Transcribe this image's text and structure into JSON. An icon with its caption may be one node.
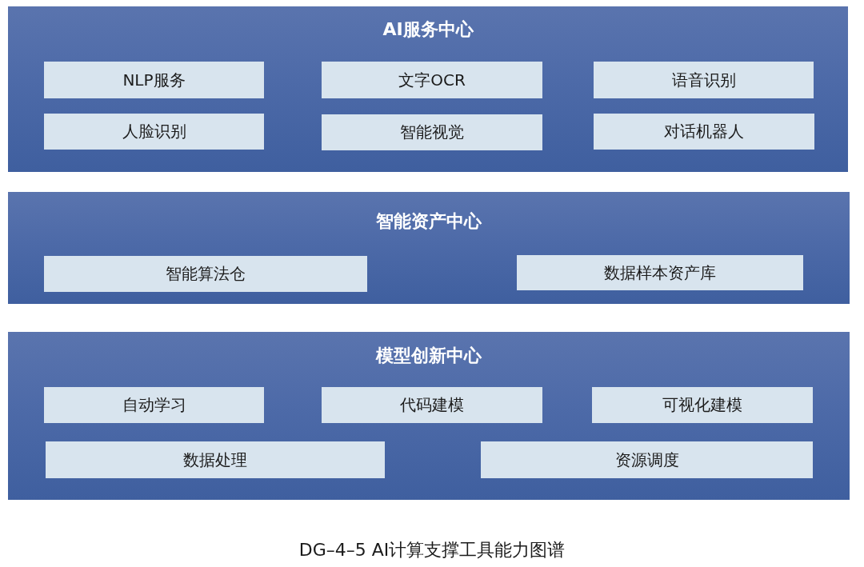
{
  "diagram": {
    "caption": "DG–4–5 AI计算支撑工具能力图谱",
    "nodes": [
      {
        "text": [
          "AI服务中心"
        ]
      },
      {
        "text": [
          "NLP服务"
        ],
        "in": 0
      },
      {
        "text": [
          "文字OCR"
        ],
        "in": 0
      },
      {
        "text": [
          "语音识别"
        ],
        "in": 0
      },
      {
        "text": [
          "人脸识别"
        ],
        "in": 0
      },
      {
        "text": [
          "智能视觉"
        ],
        "in": 0
      },
      {
        "text": [
          "对话机器人"
        ],
        "in": 0
      },
      {
        "text": [
          "智能资产中心"
        ]
      },
      {
        "text": [
          "智能算法仓"
        ],
        "in": 7
      },
      {
        "text": [
          "数据样本资产库"
        ],
        "in": 7
      },
      {
        "text": [
          "模型创新中心"
        ]
      },
      {
        "text": [
          "自动学习"
        ],
        "in": 10
      },
      {
        "text": [
          "代码建模"
        ],
        "in": 10
      },
      {
        "text": [
          "可视化建模"
        ],
        "in": 10
      },
      {
        "text": [
          "数据处理"
        ],
        "in": 10
      },
      {
        "text": [
          "资源调度"
        ],
        "in": 10
      }
    ]
  }
}
